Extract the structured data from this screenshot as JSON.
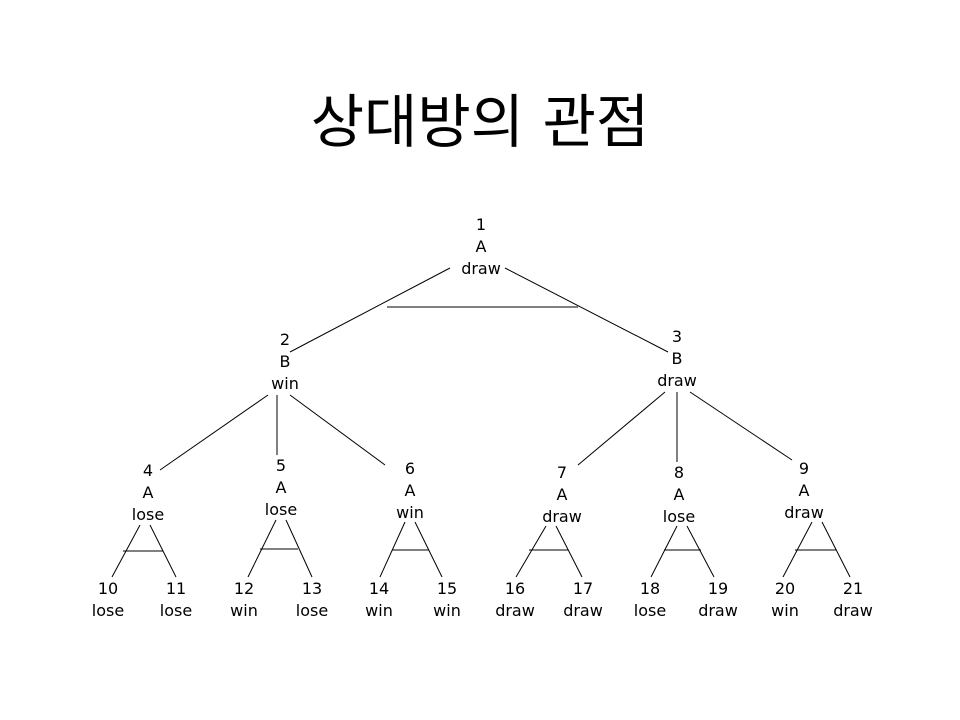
{
  "title": "상대방의 관점",
  "colors": {
    "background": "#ffffff",
    "ink": "#000000"
  },
  "nodes": [
    {
      "id": "1",
      "player": "A",
      "result": "draw"
    },
    {
      "id": "2",
      "player": "B",
      "result": "win"
    },
    {
      "id": "3",
      "player": "B",
      "result": "draw"
    },
    {
      "id": "4",
      "player": "A",
      "result": "lose"
    },
    {
      "id": "5",
      "player": "A",
      "result": "lose"
    },
    {
      "id": "6",
      "player": "A",
      "result": "win"
    },
    {
      "id": "7",
      "player": "A",
      "result": "draw"
    },
    {
      "id": "8",
      "player": "A",
      "result": "lose"
    },
    {
      "id": "9",
      "player": "A",
      "result": "draw"
    }
  ],
  "leaves": [
    {
      "id": "10",
      "result": "lose"
    },
    {
      "id": "11",
      "result": "lose"
    },
    {
      "id": "12",
      "result": "win"
    },
    {
      "id": "13",
      "result": "lose"
    },
    {
      "id": "14",
      "result": "win"
    },
    {
      "id": "15",
      "result": "win"
    },
    {
      "id": "16",
      "result": "draw"
    },
    {
      "id": "17",
      "result": "draw"
    },
    {
      "id": "18",
      "result": "lose"
    },
    {
      "id": "19",
      "result": "draw"
    },
    {
      "id": "20",
      "result": "win"
    },
    {
      "id": "21",
      "result": "draw"
    }
  ]
}
